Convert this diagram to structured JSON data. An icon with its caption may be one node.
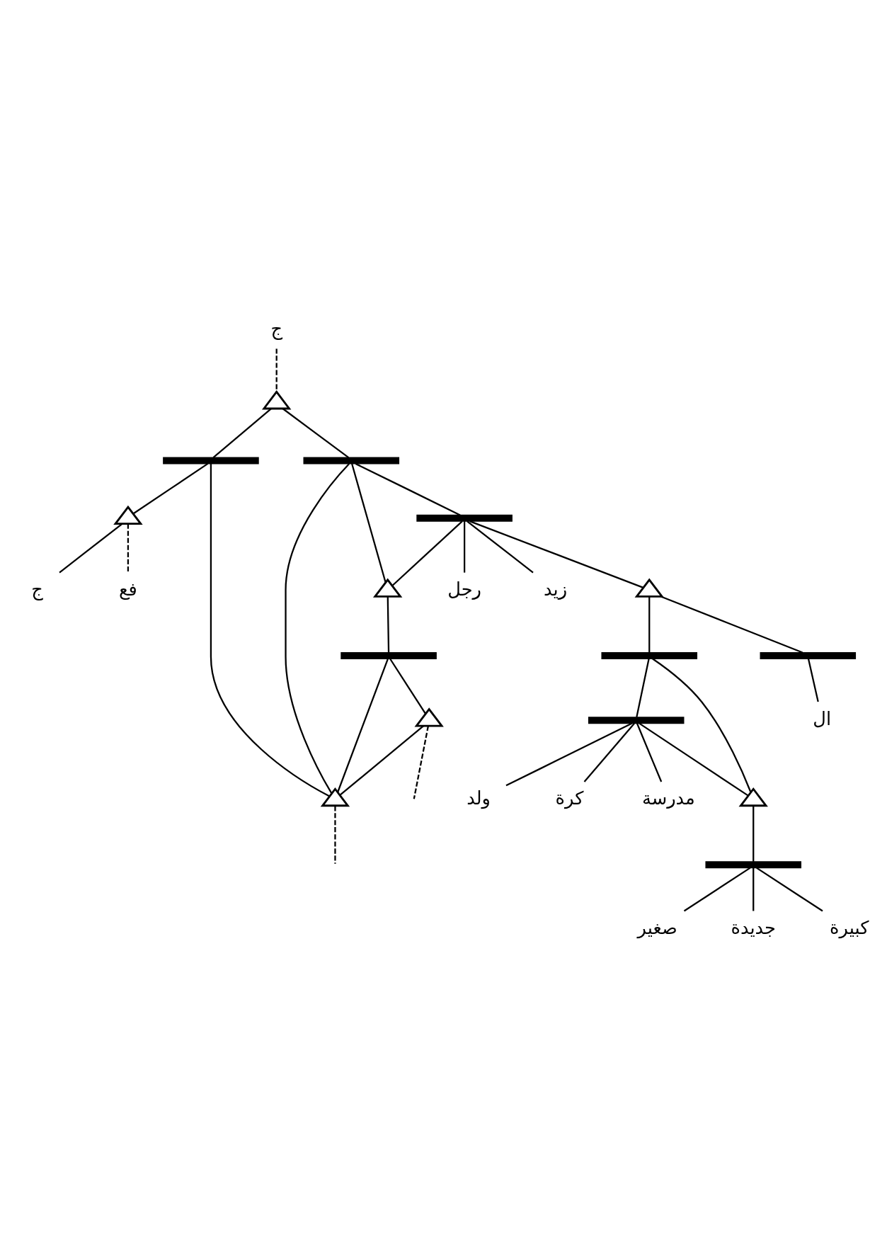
{
  "diagram": {
    "nodes": [
      {
        "text": [
          "ج"
        ]
      },
      {
        "text": [],
        "shape": "triangle"
      },
      {
        "text": [],
        "shape": "bar"
      },
      {
        "text": [],
        "shape": "bar"
      },
      {
        "text": [],
        "shape": "triangle"
      },
      {
        "text": [
          "ج"
        ]
      },
      {
        "text": [
          "فع"
        ]
      },
      {
        "text": [],
        "shape": "bar"
      },
      {
        "text": [
          "رجل"
        ]
      },
      {
        "text": [
          "زيد"
        ]
      },
      {
        "text": [],
        "shape": "triangle"
      },
      {
        "text": [],
        "shape": "bar"
      },
      {
        "text": [],
        "shape": "triangle"
      },
      {
        "text": [],
        "shape": "triangle"
      },
      {
        "text": [],
        "shape": "triangle"
      },
      {
        "text": [],
        "shape": "bar"
      },
      {
        "text": [],
        "shape": "bar"
      },
      {
        "text": [
          "ولد"
        ]
      },
      {
        "text": [
          "كرة"
        ]
      },
      {
        "text": [
          "مدرسة"
        ]
      },
      {
        "text": [],
        "shape": "triangle"
      },
      {
        "text": [],
        "shape": "bar"
      },
      {
        "text": [
          "صغير"
        ]
      },
      {
        "text": [
          "جديدة"
        ]
      },
      {
        "text": [
          "كبيرة"
        ]
      },
      {
        "text": [],
        "shape": "bar"
      },
      {
        "text": [
          "ال"
        ]
      }
    ],
    "edges": [
      {
        "from": 0,
        "to": 1,
        "arrow": "none",
        "style": "dashed"
      },
      {
        "from": 1,
        "to": 2,
        "arrow": "none"
      },
      {
        "from": 1,
        "to": 3,
        "arrow": "none"
      },
      {
        "from": 2,
        "to": 4,
        "arrow": "none"
      },
      {
        "from": 4,
        "to": 5,
        "arrow": "none"
      },
      {
        "from": 4,
        "to": 6,
        "arrow": "none",
        "style": "dashed"
      },
      {
        "from": 3,
        "to": 7,
        "arrow": "none"
      },
      {
        "from": 7,
        "to": 8,
        "arrow": "none"
      },
      {
        "from": 7,
        "to": 9,
        "arrow": "none"
      },
      {
        "from": 3,
        "to": 10,
        "arrow": "none"
      },
      {
        "from": 7,
        "to": 10,
        "arrow": "none"
      },
      {
        "from": 10,
        "to": 11,
        "arrow": "none"
      },
      {
        "from": 11,
        "to": 12,
        "arrow": "none"
      },
      {
        "from": 11,
        "to": 13,
        "arrow": "none"
      },
      {
        "from": 2,
        "to": 13,
        "arrow": "none"
      },
      {
        "from": 3,
        "to": 13,
        "arrow": "none"
      },
      {
        "from": 12,
        "to": 13,
        "arrow": "none"
      },
      {
        "from": 12,
        "to": null,
        "arrow": "none",
        "style": "dashed"
      },
      {
        "from": 13,
        "to": null,
        "arrow": "none",
        "style": "dashed"
      },
      {
        "from": 7,
        "to": 14,
        "arrow": "none"
      },
      {
        "from": 14,
        "to": 15,
        "arrow": "none"
      },
      {
        "from": 14,
        "to": 25,
        "arrow": "none"
      },
      {
        "from": 25,
        "to": 26,
        "arrow": "none"
      },
      {
        "from": 15,
        "to": 16,
        "arrow": "none"
      },
      {
        "from": 15,
        "to": 20,
        "arrow": "none"
      },
      {
        "from": 16,
        "to": 17,
        "arrow": "none"
      },
      {
        "from": 16,
        "to": 18,
        "arrow": "none"
      },
      {
        "from": 16,
        "to": 19,
        "arrow": "none"
      },
      {
        "from": 16,
        "to": 20,
        "arrow": "none"
      },
      {
        "from": 20,
        "to": 21,
        "arrow": "none"
      },
      {
        "from": 21,
        "to": 22,
        "arrow": "none"
      },
      {
        "from": 21,
        "to": 23,
        "arrow": "none"
      },
      {
        "from": 21,
        "to": 24,
        "arrow": "none"
      }
    ]
  }
}
